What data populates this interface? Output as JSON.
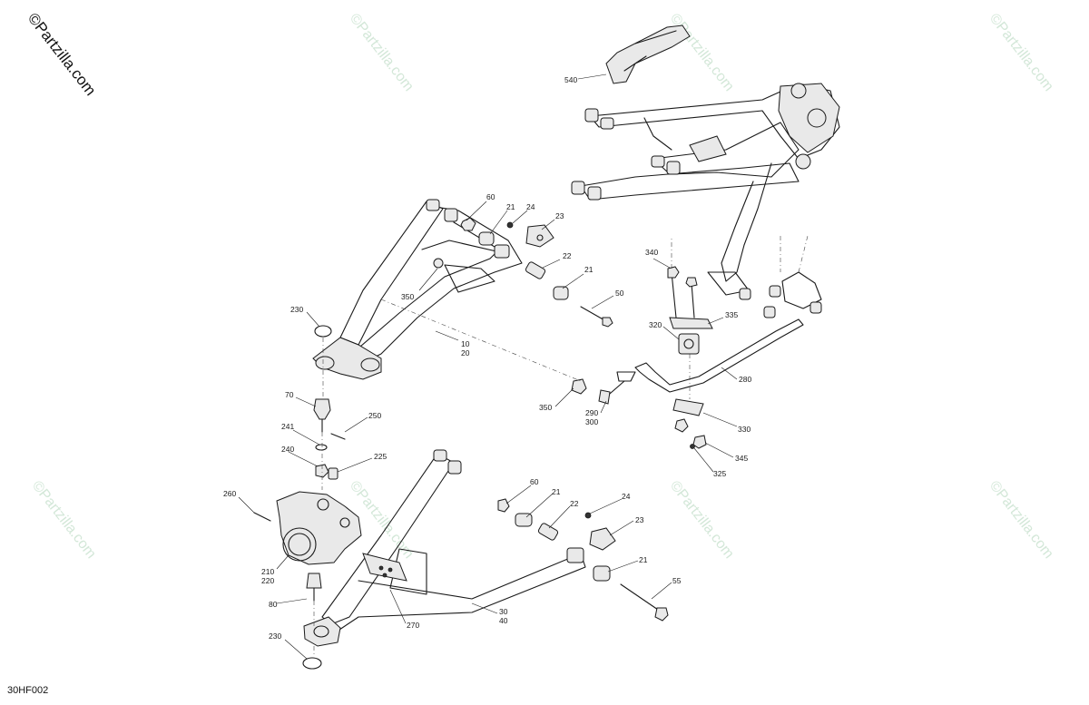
{
  "copyright_mark": "©Partzilla.com",
  "watermark_text": "©Partzilla.com",
  "diagram_code": "30HF002",
  "callouts": {
    "c540": "540",
    "c60a": "60",
    "c21a": "21",
    "c24a": "24",
    "c23a": "23",
    "c22a": "22",
    "c21b": "21",
    "c50": "50",
    "c350a": "350",
    "c230a": "230",
    "c10": "10",
    "c20": "20",
    "c340": "340",
    "c320": "320",
    "c335": "335",
    "c280": "280",
    "c350b": "350",
    "c290": "290",
    "c300": "300",
    "c330": "330",
    "c345": "345",
    "c325": "325",
    "c70": "70",
    "c241": "241",
    "c250": "250",
    "c240": "240",
    "c225": "225",
    "c260": "260",
    "c210": "210",
    "c220": "220",
    "c80": "80",
    "c60b": "60",
    "c21c": "21",
    "c22b": "22",
    "c24b": "24",
    "c23b": "23",
    "c21d": "21",
    "c55": "55",
    "c30": "30",
    "c40": "40",
    "c270": "270",
    "c230b": "230"
  }
}
